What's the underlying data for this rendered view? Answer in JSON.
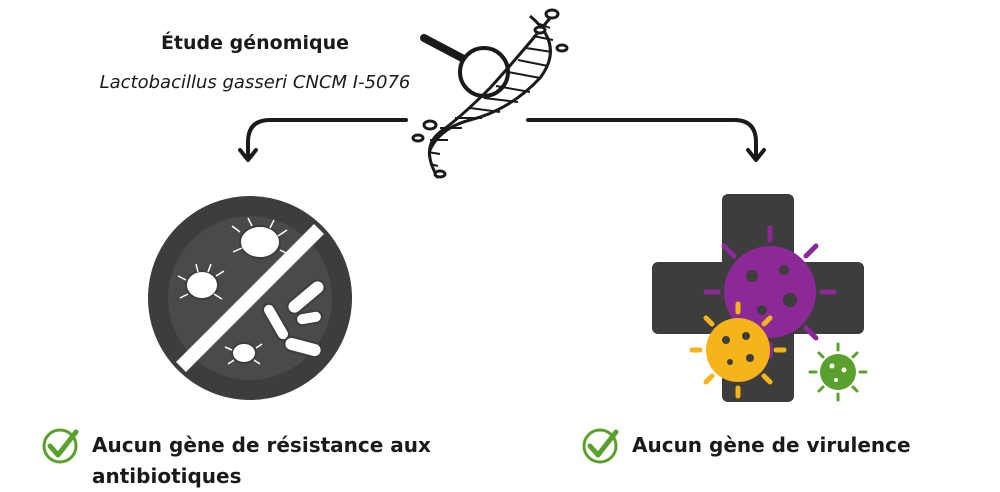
{
  "study": {
    "title": "Étude génomique",
    "strain": "Lactobacillus gasseri CNCM I-5076"
  },
  "results": [
    {
      "label": "Aucun gène de résistance aux antibiotiques",
      "icon": "check-circle-icon"
    },
    {
      "label": "Aucun gène de virulence",
      "icon": "check-circle-icon"
    }
  ],
  "colors": {
    "dark": "#3d3d3d",
    "check": "#5aa02c",
    "virus_purple": "#8b2a97",
    "virus_yellow": "#f5b41a",
    "virus_green": "#5aa02c"
  }
}
